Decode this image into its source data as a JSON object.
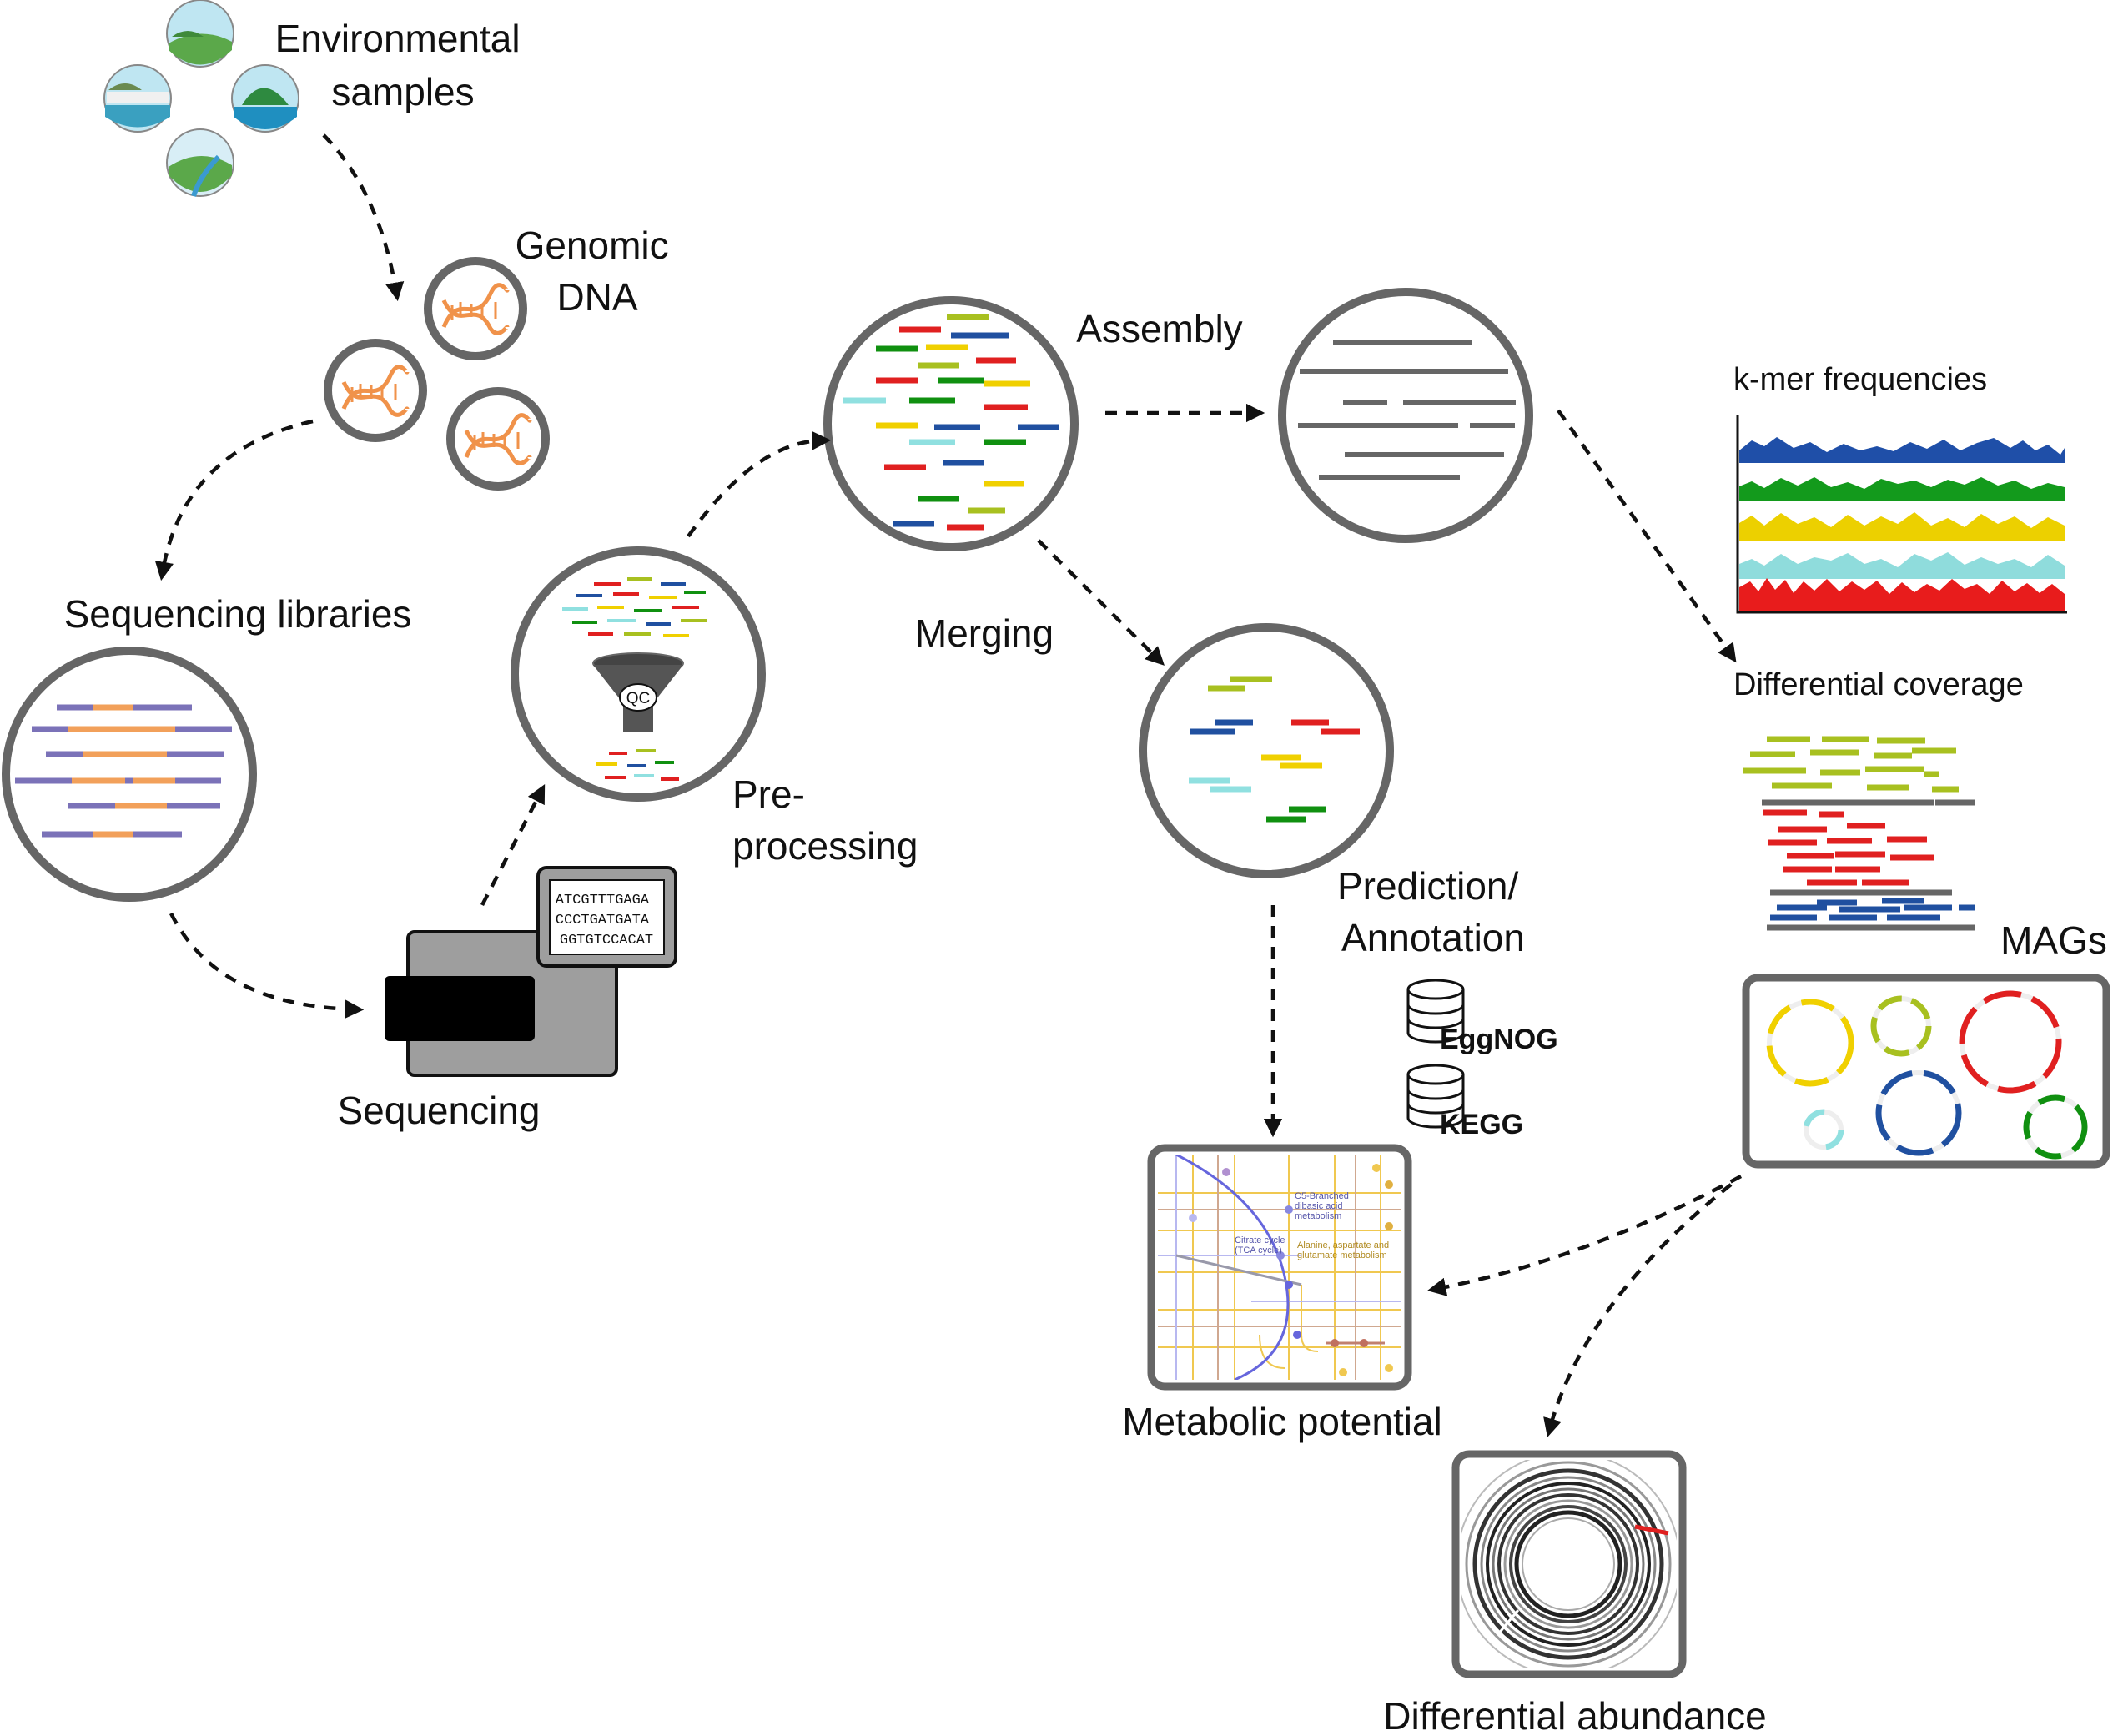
{
  "labels": {
    "environmental_samples": [
      "Environmental",
      "samples"
    ],
    "genomic_dna": [
      "Genomic",
      "DNA"
    ],
    "sequencing_libraries": "Sequencing libraries",
    "sequencing": "Sequencing",
    "preprocessing": [
      "Pre-",
      "processing"
    ],
    "merging": "Merging",
    "assembly": "Assembly",
    "prediction_annotation": [
      "Prediction/",
      "Annotation"
    ],
    "kmer_frequencies": "k-mer frequencies",
    "differential_coverage": "Differential coverage",
    "mags": "MAGs",
    "metabolic_potential": "Metabolic potential",
    "differential_abundance": "Differential abundance"
  },
  "qc_label": "QC",
  "sequence_readout": [
    "ATCGTTTGAGA",
    "CCCTGATGATA",
    "GGTGTCCACAT"
  ],
  "databases": [
    "EggNOG",
    "KEGG"
  ],
  "pathway_map_labels": [
    "C5-Branched",
    "dibasic acid",
    "metabolism",
    "Citrate cycle",
    "(TCA cycle)",
    "Alanine, aspartate and",
    "glutamate metabolism"
  ],
  "colors": {
    "ring": "#666666",
    "read_purple": "#7b72b8",
    "read_orange": "#f2a05a",
    "read_teal": "#5fb6c9",
    "red": "#e02020",
    "olive": "#a8c020",
    "blue": "#2050a0",
    "yellow": "#f0d000",
    "cyan": "#90e0e0",
    "green": "#109010",
    "gray": "#666666",
    "dna": "#f0924a"
  },
  "icons": [
    "landscape-icon",
    "dna-helix-icon",
    "funnel-icon",
    "sequencer-icon",
    "database-icon",
    "circular-genome-icon"
  ]
}
